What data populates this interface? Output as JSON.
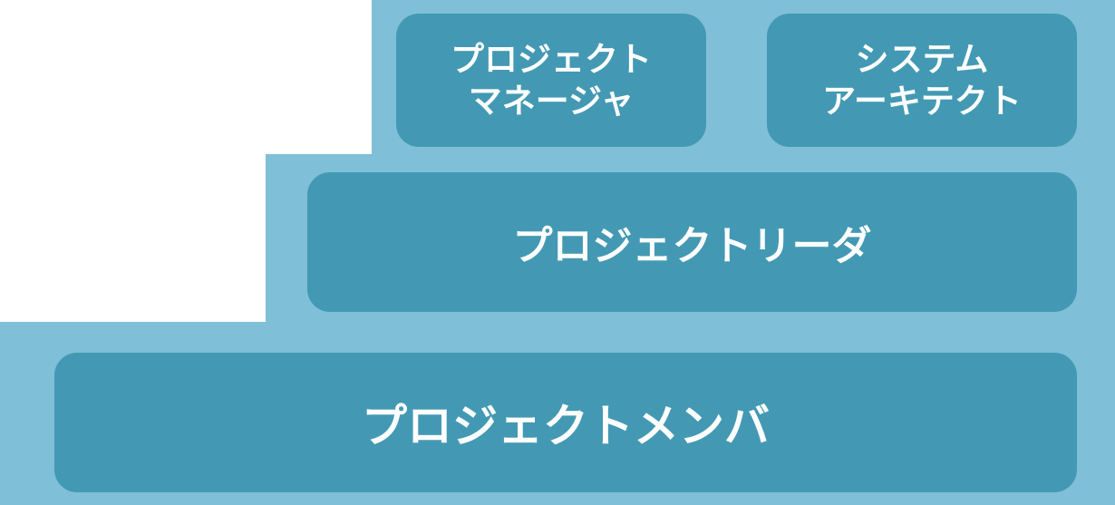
{
  "diagram": {
    "type": "hierarchy-staircase",
    "colors": {
      "background_tier": "#7fbfd7",
      "box": "#4399b3",
      "text": "#ffffff"
    },
    "tiers": [
      {
        "level": 3,
        "roles": [
          {
            "line1": "プロジェクト",
            "line2": "マネージャ"
          },
          {
            "line1": "システム",
            "line2": "アーキテクト"
          }
        ]
      },
      {
        "level": 2,
        "roles": [
          {
            "label": "プロジェクトリーダ"
          }
        ]
      },
      {
        "level": 1,
        "roles": [
          {
            "label": "プロジェクトメンバ"
          }
        ]
      }
    ]
  }
}
